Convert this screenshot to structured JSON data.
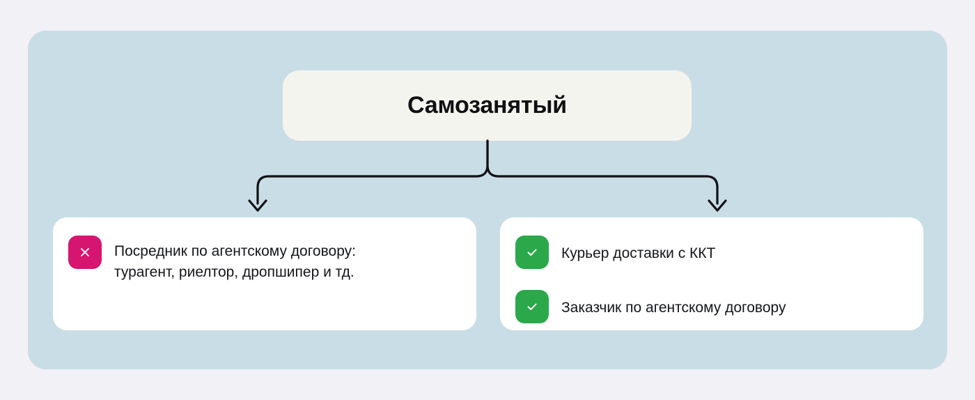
{
  "diagram": {
    "type": "hierarchy-tree",
    "root": {
      "label": "Самозанятый"
    },
    "branches": [
      {
        "side": "left",
        "icon": "cross-icon",
        "icon_color": "#d61570",
        "items": [
          {
            "text": "Посредник по агентскому договору:\nтурагент, риелтор, дропшипер и тд.",
            "icon": "cross-icon"
          }
        ]
      },
      {
        "side": "right",
        "icon": "check-icon",
        "icon_color": "#2ba84a",
        "items": [
          {
            "text": "Курьер доставки с ККТ",
            "icon": "check-icon"
          },
          {
            "text": "Заказчик по агентскому договору",
            "icon": "check-icon"
          }
        ]
      }
    ],
    "colors": {
      "page_background": "#f2f1f6",
      "panel_background": "#c9dde6",
      "root_background": "#f4f4ee",
      "card_background": "#ffffff",
      "connector": "#101014",
      "negative": "#d61570",
      "positive": "#2ba84a",
      "text": "#14161a"
    }
  }
}
